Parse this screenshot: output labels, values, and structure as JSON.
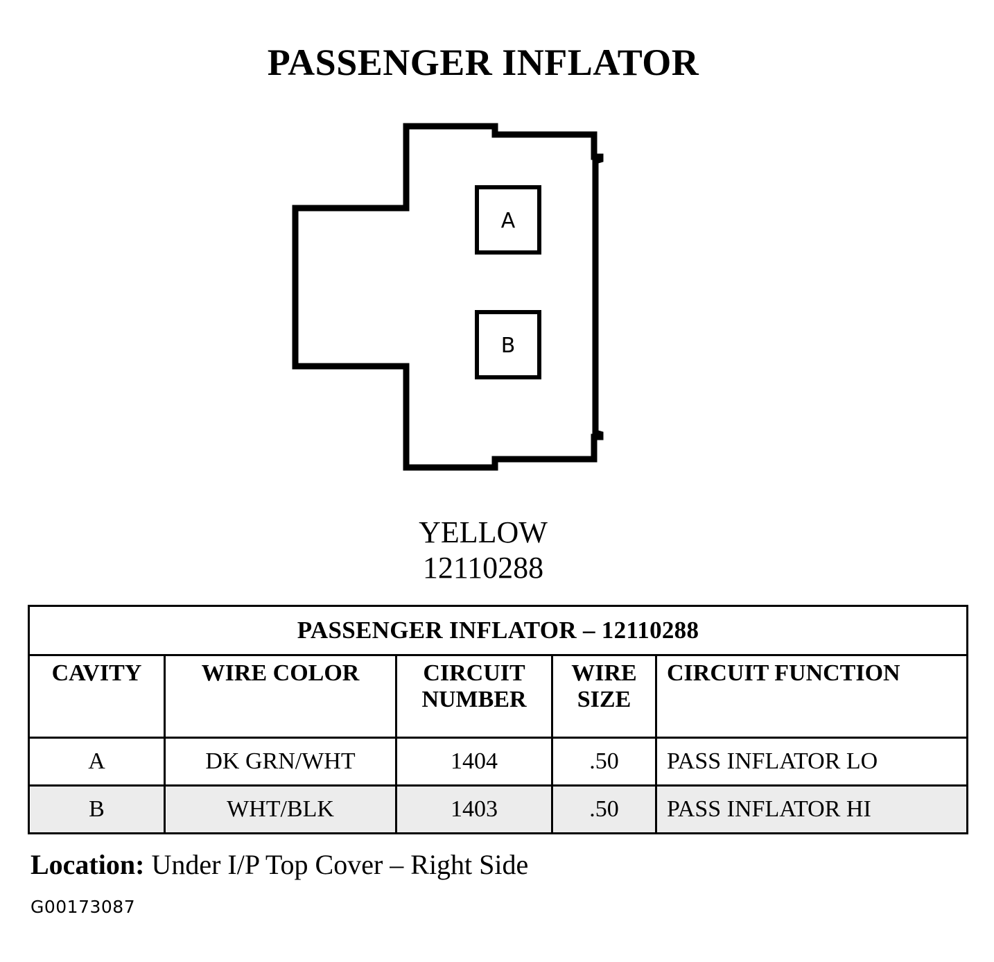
{
  "page": {
    "title": "PASSENGER INFLATOR",
    "figure_id": "G00173087",
    "background_color": "#ffffff",
    "ink_color": "#000000"
  },
  "connector": {
    "diagram_name": "connector-face-view",
    "cavities": [
      {
        "id": "cavity-a",
        "label": "A"
      },
      {
        "id": "cavity-b",
        "label": "B"
      }
    ],
    "caption": {
      "color": "YELLOW",
      "part_number": "12110288"
    }
  },
  "table": {
    "title": "PASSENGER INFLATOR – 12110288",
    "columns": [
      {
        "key": "cavity",
        "label": "CAVITY"
      },
      {
        "key": "color",
        "label": "WIRE COLOR"
      },
      {
        "key": "circuit",
        "label": "CIRCUIT NUMBER"
      },
      {
        "key": "size",
        "label": "WIRE SIZE"
      },
      {
        "key": "function",
        "label": "CIRCUIT FUNCTION"
      }
    ],
    "rows": [
      {
        "highlighted": false,
        "cavity": "A",
        "color": "DK GRN/WHT",
        "circuit": "1404",
        "size": ".50",
        "function": "PASS INFLATOR LO"
      },
      {
        "highlighted": true,
        "cavity": "B",
        "color": "WHT/BLK",
        "circuit": "1403",
        "size": ".50",
        "function": "PASS INFLATOR HI"
      }
    ],
    "highlight_color": "#c9c9c9"
  },
  "location": {
    "label": "Location:",
    "value": "Under I/P Top Cover – Right Side"
  }
}
